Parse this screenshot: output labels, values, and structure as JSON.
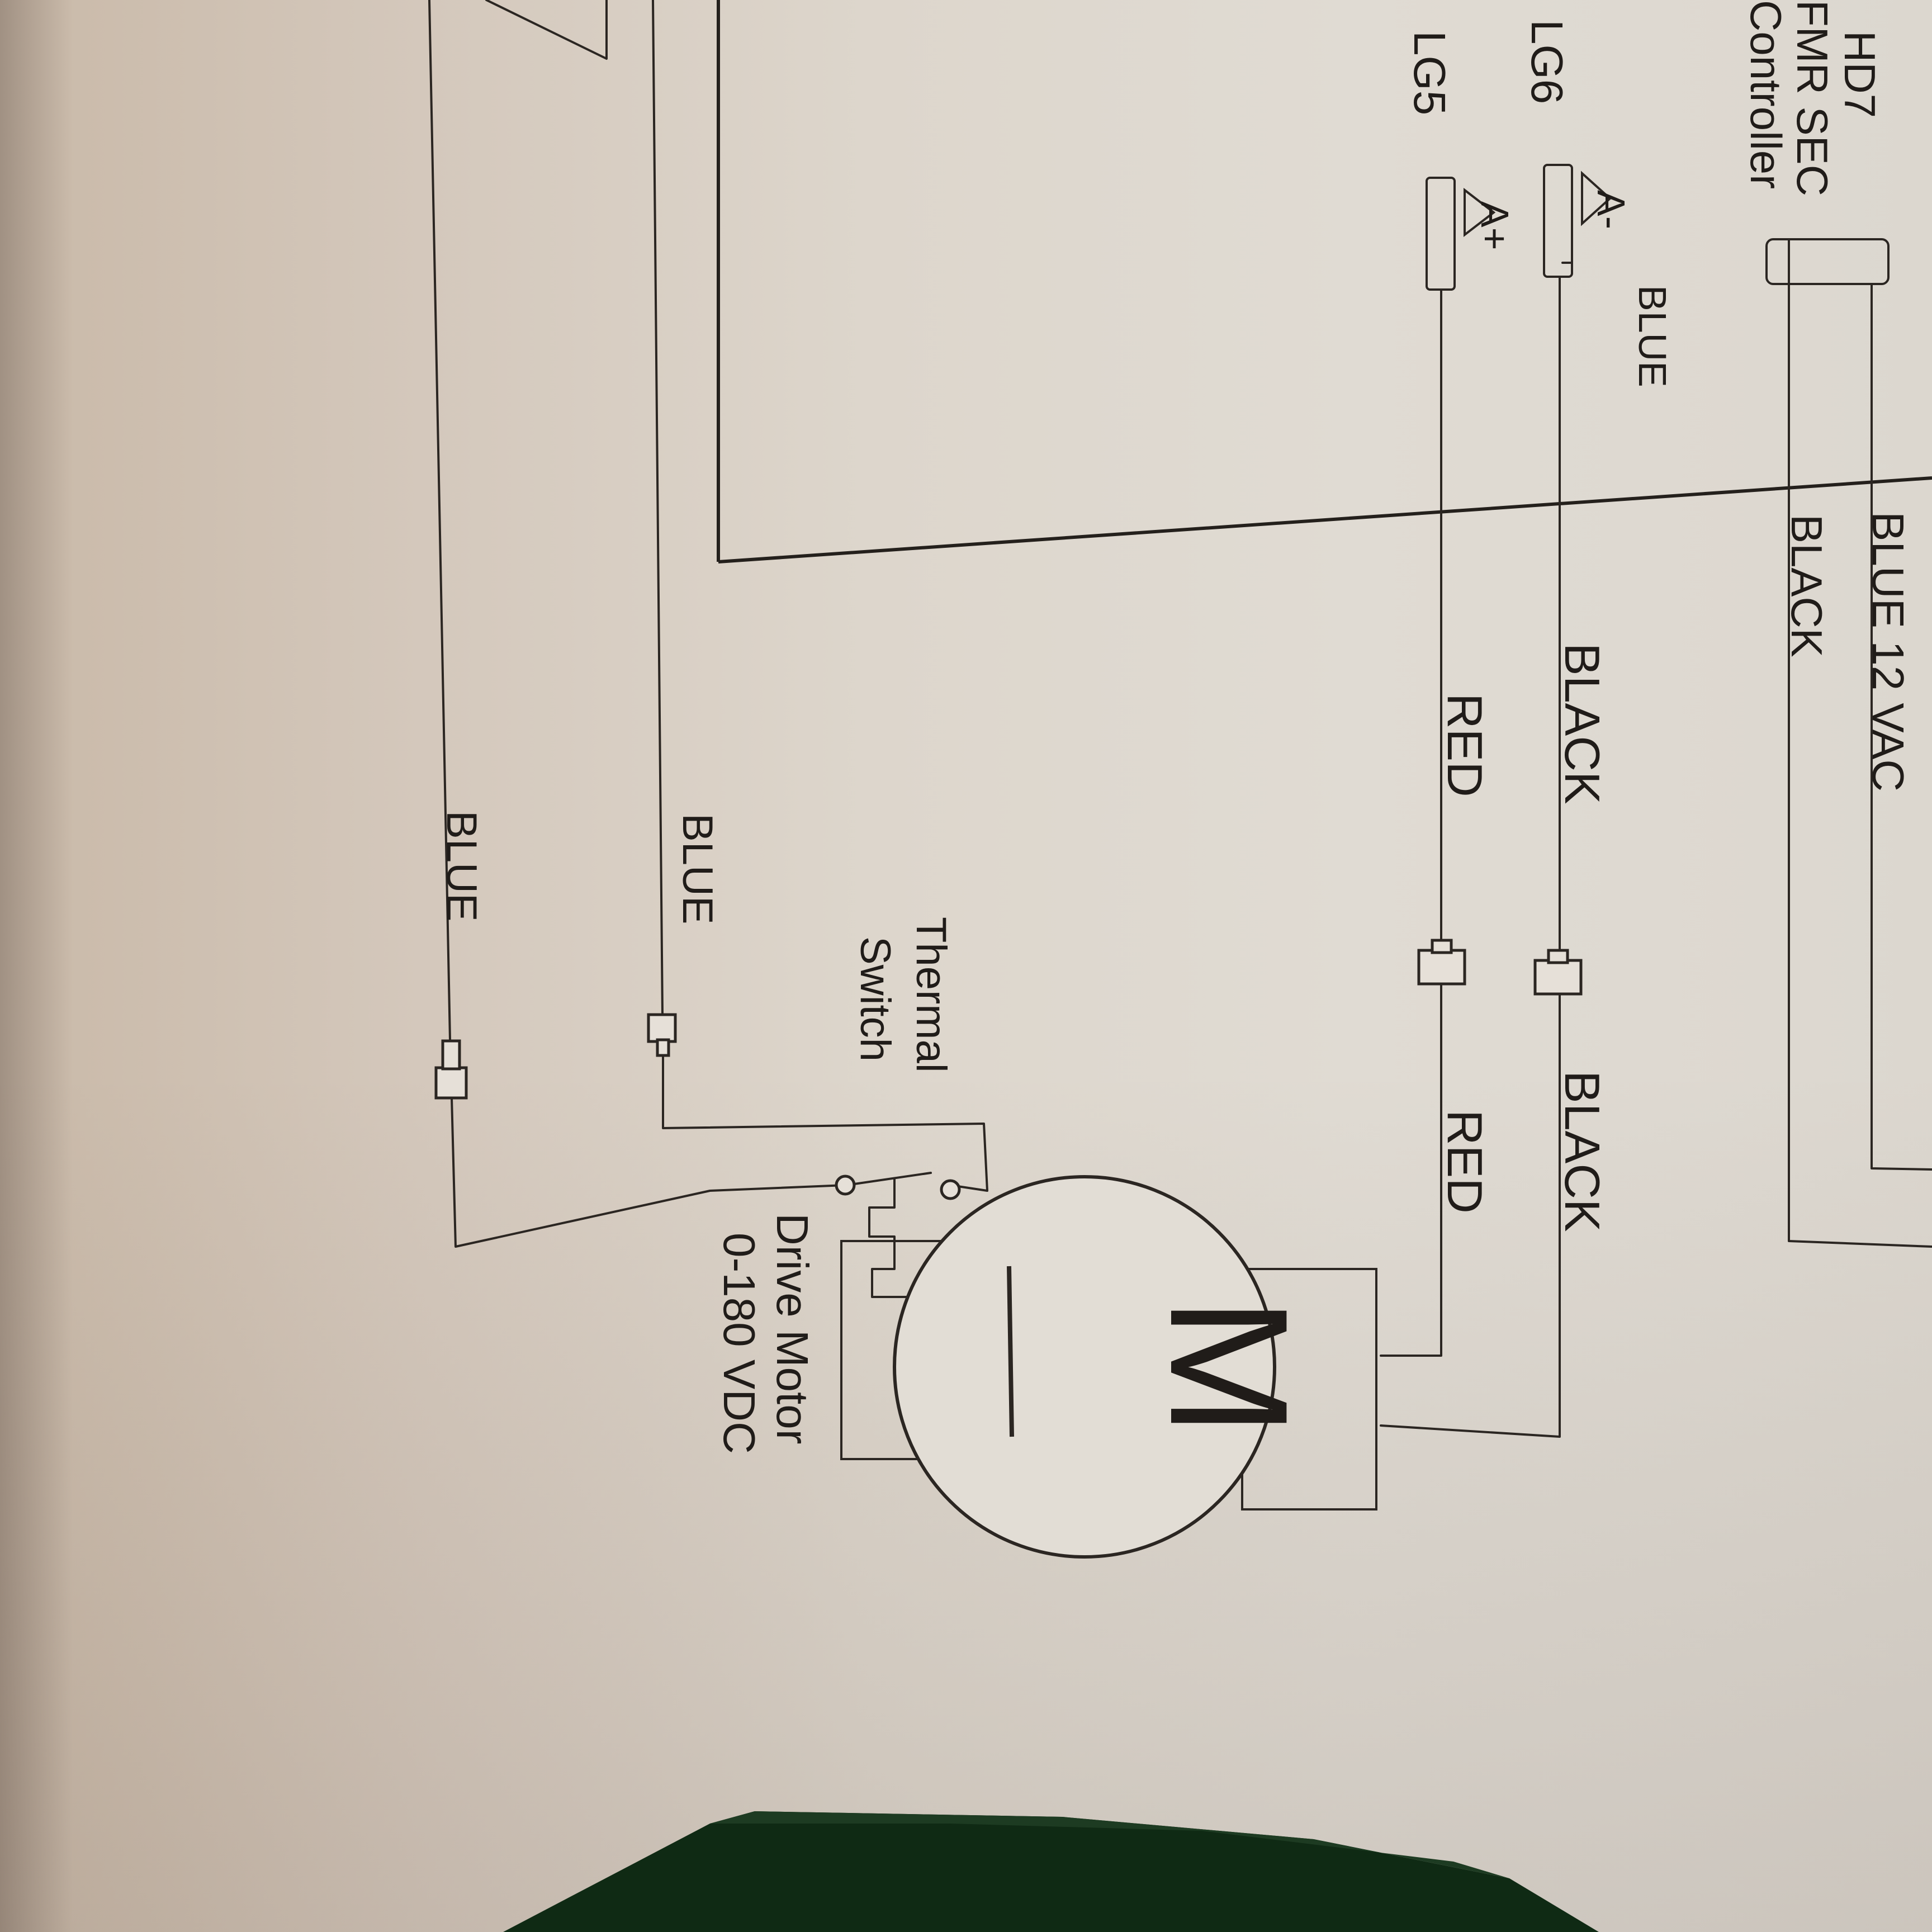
{
  "controller": {
    "lines": [
      "HD7",
      "FMR SEC",
      "Controller"
    ]
  },
  "connectors": {
    "lg6": "LG6",
    "lg5": "LG5",
    "a_minus": "A-",
    "a_plus": "A+"
  },
  "wires": {
    "blue_upper": "BLUE",
    "blue_12vac": "BLUE 12 VAC",
    "black_ctrl": "BLACK",
    "black_lg6": "BLACK",
    "red_lg5": "RED",
    "black_motor": "BLACK",
    "red_motor": "RED",
    "blue_switch": "BLUE",
    "blue_lower": "BLUE"
  },
  "thermal_switch": {
    "line1": "Thermal",
    "line2": "Switch"
  },
  "motor": {
    "symbol": "M",
    "line1": "Drive Motor",
    "line2": "0-180 VDC"
  },
  "colors": {
    "paper": "#ddd6cc",
    "ink": "#2b2622",
    "green_object": "#0f2a14"
  }
}
